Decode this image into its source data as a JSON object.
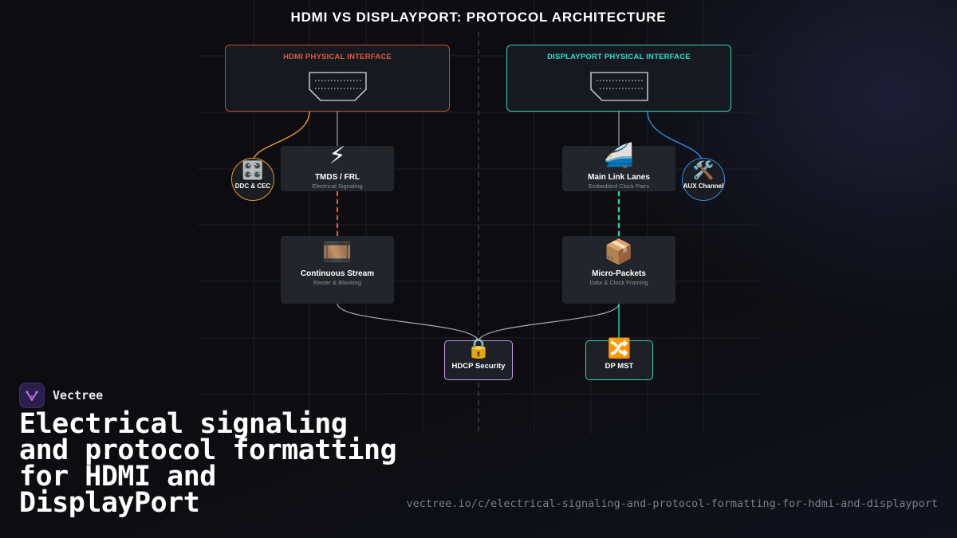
{
  "diagram": {
    "title": "HDMI VS DISPLAYPORT: PROTOCOL ARCHITECTURE",
    "hdmi": {
      "interface_label": "HDMI PHYSICAL INTERFACE",
      "signaling": {
        "icon": "lightning-icon",
        "glyph": "⚡",
        "label": "TMDS / FRL",
        "sub": "Electrical Signaling"
      },
      "aux": {
        "icon": "control-knobs-icon",
        "glyph": "🎛️",
        "label": "DDC & CEC"
      },
      "format": {
        "icon": "film-frames-icon",
        "glyph": "🎞️",
        "label": "Continuous Stream",
        "sub": "Raster & Blanking"
      }
    },
    "dp": {
      "interface_label": "DISPLAYPORT PHYSICAL INTERFACE",
      "signaling": {
        "icon": "bullet-train-icon",
        "glyph": "🚄",
        "label": "Main Link Lanes",
        "sub": "Embedded Clock Pairs"
      },
      "aux": {
        "icon": "tools-icon",
        "glyph": "🛠️",
        "label": "AUX Channel"
      },
      "format": {
        "icon": "package-icon",
        "glyph": "📦",
        "label": "Micro-Packets",
        "sub": "Data & Clock Framing"
      }
    },
    "shared": {
      "security": {
        "icon": "lock-icon",
        "glyph": "🔒",
        "label": "HDCP Security"
      },
      "mst": {
        "icon": "shuffle-icon",
        "glyph": "🔀",
        "label": "DP MST"
      }
    }
  },
  "colors": {
    "hdmi_accent": "#c94a2b",
    "dp_accent": "#2dd4b5",
    "ddc_accent": "#e8962a",
    "aux_accent": "#2a8fe8",
    "hdcp_accent": "#c79be8"
  },
  "brand": {
    "name": "Vectree",
    "logo_icon": "vectree-logo-icon"
  },
  "headline": "Electrical signaling and protocol formatting for HDMI and DisplayPort",
  "url": "vectree.io/c/electrical-signaling-and-protocol-formatting-for-hdmi-and-displayport"
}
